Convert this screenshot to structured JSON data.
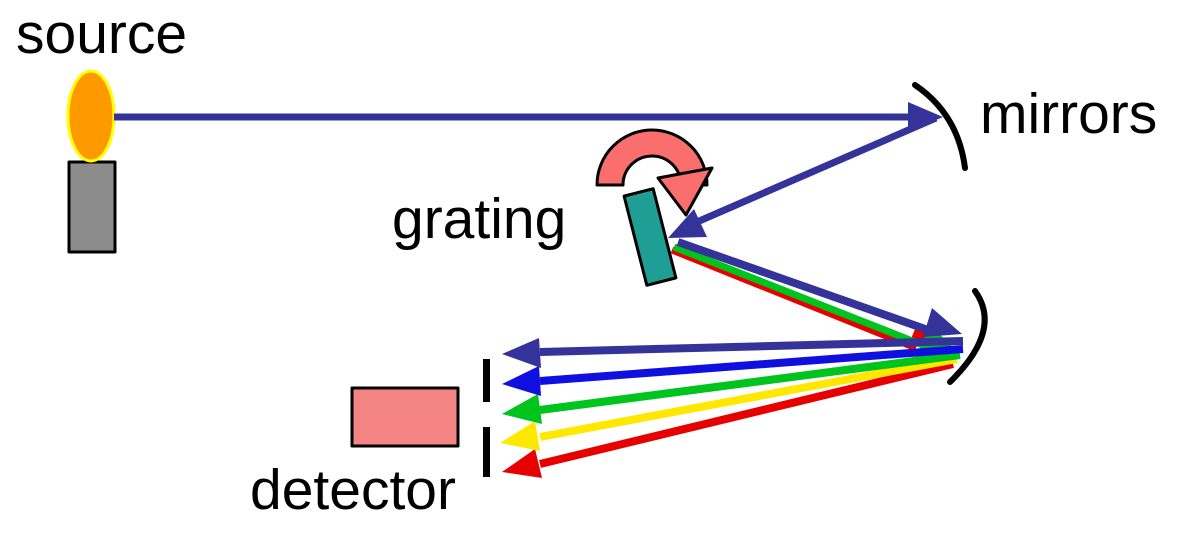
{
  "diagram": {
    "labels": {
      "source": "source",
      "mirrors": "mirrors",
      "grating": "grating",
      "detector": "detector"
    },
    "colors": {
      "beam_navy": "#333399",
      "ray_blue": "#0F0FE0",
      "ray_green": "#00C41E",
      "ray_yellow": "#FFE800",
      "ray_red": "#E60000",
      "rotation_arrow": "#FA6E6E",
      "detector_fill": "#F48484",
      "grating_fill": "#1F9E96",
      "flame_fill": "#FF9900",
      "flame_outline": "#FFFF00",
      "burner_gray": "#8C8C8C"
    }
  }
}
